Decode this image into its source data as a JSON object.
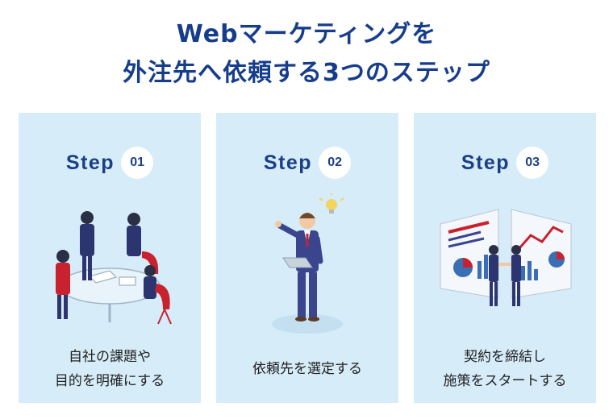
{
  "title": {
    "line1": "Webマーケティングを",
    "line2": "外注先へ依頼する3つのステップ"
  },
  "steps": [
    {
      "word": "Step",
      "num": "01",
      "caption": [
        "自社の課題や",
        "目的を明確にする"
      ]
    },
    {
      "word": "Step",
      "num": "02",
      "caption": [
        "依頼先を選定する"
      ]
    },
    {
      "word": "Step",
      "num": "03",
      "caption": [
        "契約を締結し",
        "施策をスタートする"
      ]
    }
  ],
  "colors": {
    "title": "#163d8c",
    "card": "#d6ecf8",
    "accent_red": "#c8222e",
    "suit_navy": "#2c3570"
  },
  "icons": [
    "meeting-illustration",
    "businessman-idea-illustration",
    "handshake-contract-illustration"
  ]
}
